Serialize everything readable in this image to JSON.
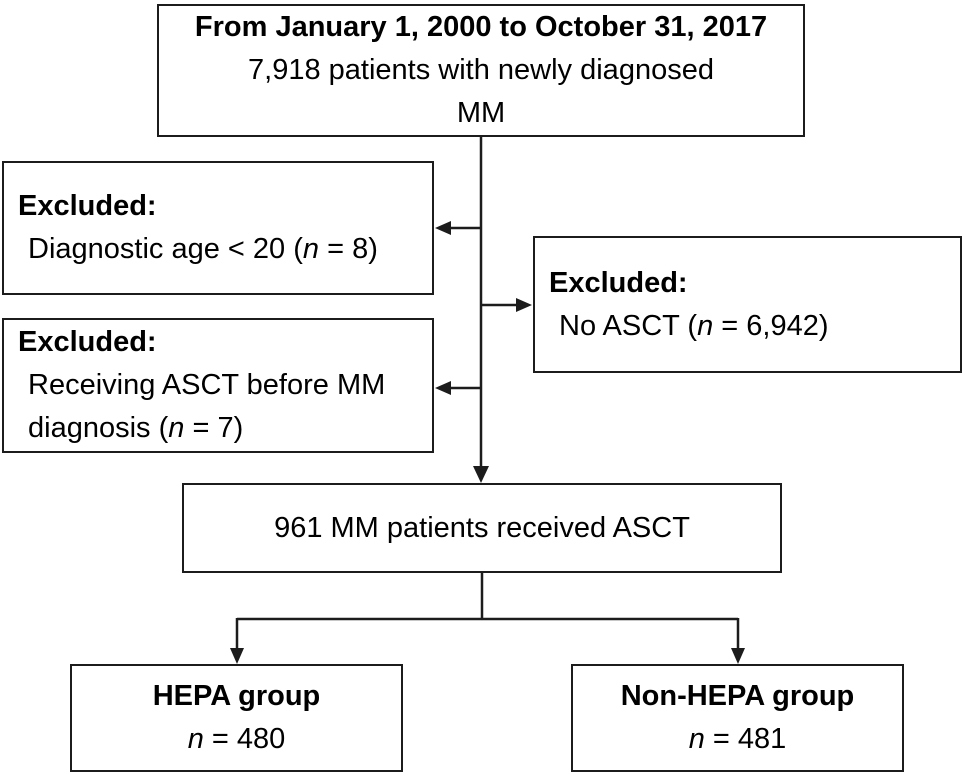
{
  "figure": {
    "background": "#ffffff",
    "text_color": "#000000",
    "line_color": "#1c1c1c"
  },
  "boxes": {
    "enrollment": {
      "line1": "From January 1, 2000 to October 31, 2017",
      "line2": "7,918 patients with newly diagnosed",
      "line3": "MM"
    },
    "excluded_age": {
      "title": "Excluded:",
      "lines": [
        [
          {
            "t": "Diagnostic age < 20 ("
          },
          {
            "t": "n",
            "i": true
          },
          {
            "t": " = 8)"
          }
        ]
      ]
    },
    "excluded_prior_asct": {
      "title": "Excluded:",
      "lines": [
        [
          {
            "t": "Receiving ASCT before MM"
          }
        ],
        [
          {
            "t": "diagnosis ("
          },
          {
            "t": "n",
            "i": true
          },
          {
            "t": " = 7)"
          }
        ]
      ]
    },
    "excluded_no_asct": {
      "title": "Excluded:",
      "lines": [
        [
          {
            "t": "No ASCT ("
          },
          {
            "t": "n",
            "i": true
          },
          {
            "t": " = 6,942)"
          }
        ]
      ]
    },
    "asct": {
      "text": "961 MM patients received ASCT"
    },
    "hepa": {
      "title": "HEPA group",
      "count": [
        {
          "t": "n",
          "i": true
        },
        {
          "t": " = 480"
        }
      ]
    },
    "non_hepa": {
      "title": "Non-HEPA group",
      "count": [
        {
          "t": "n",
          "i": true
        },
        {
          "t": " = 481"
        }
      ]
    }
  }
}
